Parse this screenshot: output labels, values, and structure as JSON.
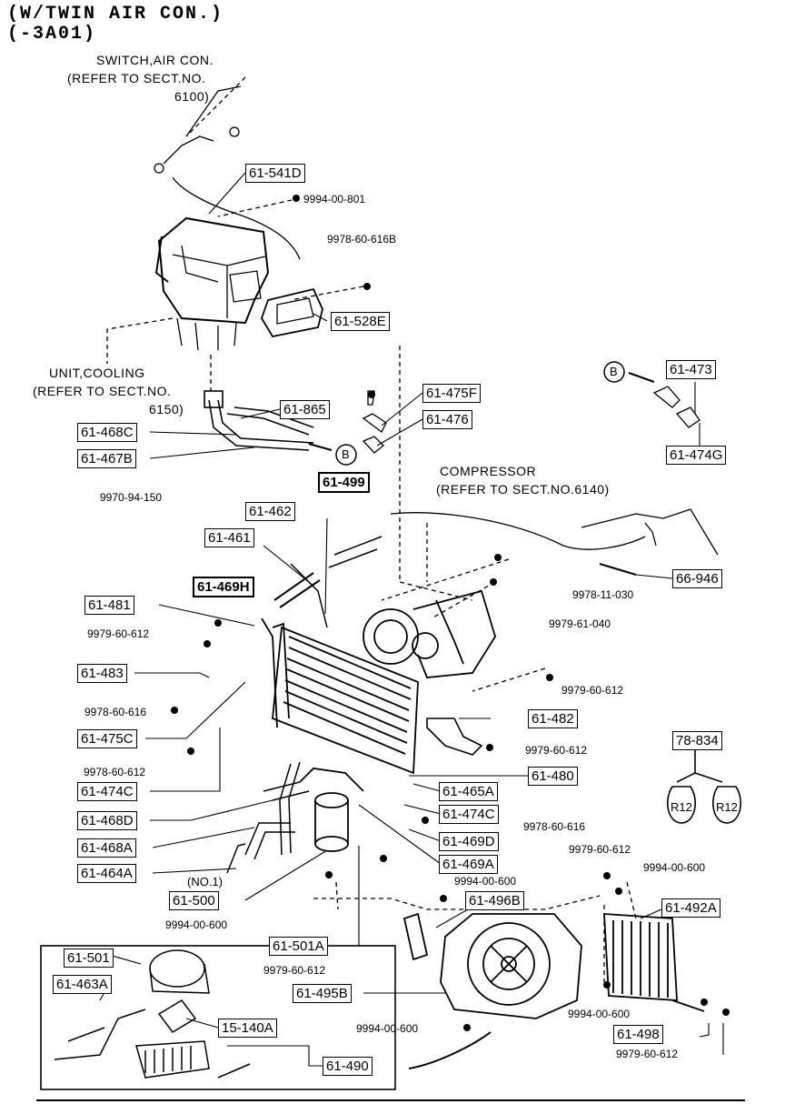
{
  "header": {
    "line1": "(W/TWIN AIR CON.)",
    "line2": "(-3A01)"
  },
  "notes": {
    "switch": [
      "SWITCH,AIR CON.",
      "(REFER TO SECT.NO.",
      "6100)"
    ],
    "unit_cooling": [
      "UNIT,COOLING",
      "(REFER TO SECT.NO.",
      "6150)"
    ],
    "compressor": [
      "COMPRESSOR",
      "(REFER TO SECT.NO.6140)"
    ],
    "no1": "(NO.1)",
    "callout_b": "B"
  },
  "parts": {
    "p61_541D": "61-541D",
    "p61_528E": "61-528E",
    "p61_865": "61-865",
    "p61_468C": "61-468C",
    "p61_467B": "61-467B",
    "p61_475F": "61-475F",
    "p61_476": "61-476",
    "p61_473": "61-473",
    "p61_474G": "61-474G",
    "p61_499": "61-499",
    "p61_462": "61-462",
    "p61_461": "61-461",
    "p61_469H": "61-469H",
    "p61_481": "61-481",
    "p61_483": "61-483",
    "p61_475C": "61-475C",
    "p61_474C_a": "61-474C",
    "p61_468D": "61-468D",
    "p61_468A": "61-468A",
    "p61_464A": "61-464A",
    "p61_500": "61-500",
    "p61_501A": "61-501A",
    "p61_495B": "61-495B",
    "p61_496B": "61-496B",
    "p61_492A": "61-492A",
    "p61_498": "61-498",
    "p61_482": "61-482",
    "p61_480": "61-480",
    "p61_465A": "61-465A",
    "p61_474C_b": "61-474C",
    "p61_469D": "61-469D",
    "p61_469A": "61-469A",
    "p66_946": "66-946",
    "p78_834": "78-834",
    "p61_501": "61-501",
    "p61_463A": "61-463A",
    "p15_140A": "15-140A",
    "p61_490": "61-490"
  },
  "fasteners": {
    "f_9994_00_801": "9994-00-801",
    "f_9978_60_616B": "9978-60-616B",
    "f_9970_94_150": "9970-94-150",
    "f_9978_11_030": "9978-11-030",
    "f_9979_61_040": "9979-61-040",
    "f_9979_60_612_a": "9979-60-612",
    "f_9978_60_616_a": "9978-60-616",
    "f_9979_60_612_b": "9979-60-612",
    "f_9978_60_612": "9978-60-612",
    "f_9979_60_612_c": "9979-60-612",
    "f_9978_60_616_b": "9978-60-616",
    "f_9994_00_600_a": "9994-00-600",
    "f_9979_60_612_d": "9979-60-612",
    "f_9994_00_600_b": "9994-00-600",
    "f_9979_60_612_e": "9979-60-612",
    "f_9994_00_600_c": "9994-00-600",
    "f_9994_00_600_d": "9994-00-600",
    "f_9994_00_600_e": "9994-00-600",
    "f_9979_60_612_f": "9979-60-612"
  },
  "refrigerant": {
    "label": "R12"
  }
}
